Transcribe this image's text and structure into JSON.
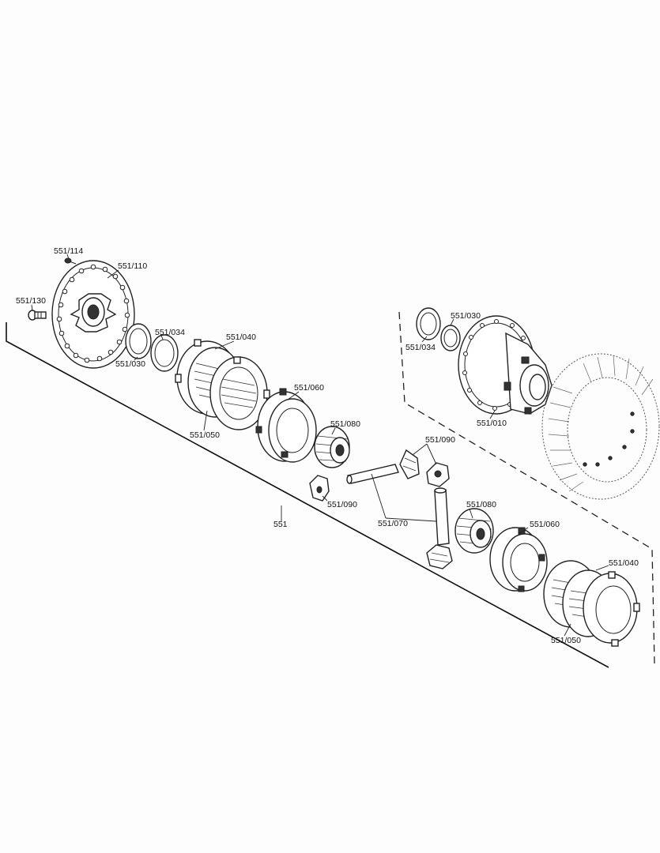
{
  "labels": {
    "l551_114": "551/114",
    "l551_110": "551/110",
    "l551_130": "551/130",
    "l551_034_a": "551/034",
    "l551_030_a": "551/030",
    "l551_040_a": "551/040",
    "l551_050_a": "551/050",
    "l551_060_a": "551/060",
    "l551_080_a": "551/080",
    "l551_090_a": "551/090",
    "l551_090_b": "551/090",
    "l551_070": "551/070",
    "l551_080_b": "551/080",
    "l551_060_b": "551/060",
    "l551_040_b": "551/040",
    "l551_050_b": "551/050",
    "l551": "551",
    "l551_034_b": "551/034",
    "l551_030_b": "551/030",
    "l551_010": "551/010"
  }
}
